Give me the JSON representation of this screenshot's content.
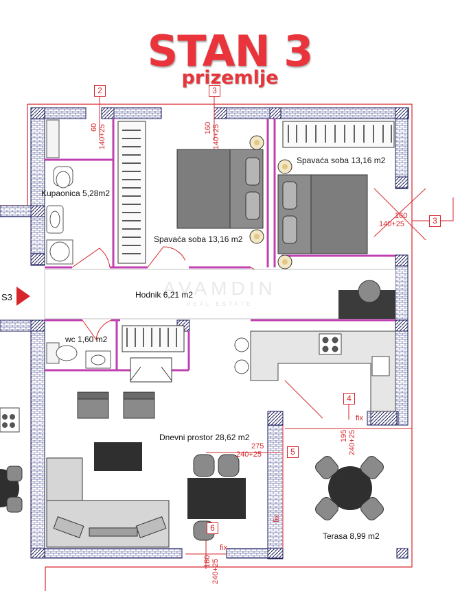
{
  "title": "STAN 3",
  "subtitle": "prizemlje",
  "entrance_label": "S3",
  "watermark": "AVAMDIN",
  "watermark_sub": "REAL ESTATE",
  "rooms": {
    "bathroom": "Kupaonica 5,28m2",
    "bedroom1": "Spavaća soba  13,16 m2",
    "bedroom2": "Spavaća soba  13,16 m2",
    "hallway": "Hodnik 6,21 m2",
    "wc": "wc 1,60 m2",
    "living": "Dnevni prostor 28,62 m2",
    "terrace": "Terasa  8,99 m2"
  },
  "windows": [
    {
      "id": "2",
      "dims": "60",
      "size": "140+25"
    },
    {
      "id": "3",
      "dims": "160",
      "size": "140+25"
    },
    {
      "id": "3",
      "dims": "160",
      "size": "140+25"
    },
    {
      "id": "4",
      "dims": "195",
      "size": "240+25"
    },
    {
      "id": "5",
      "dims": "275",
      "size": "240+25"
    },
    {
      "id": "6",
      "dims": "180",
      "size": "240+25"
    }
  ],
  "fix_labels": [
    "fix",
    "fix",
    "fix"
  ],
  "colors": {
    "accent": "#e8343a",
    "wall_fill": "#8a8fd0",
    "wall_edge": "#1a1a5a",
    "dims_red": "#d6262c",
    "furniture": "#7d7d7d",
    "partition": "#d050c0"
  }
}
